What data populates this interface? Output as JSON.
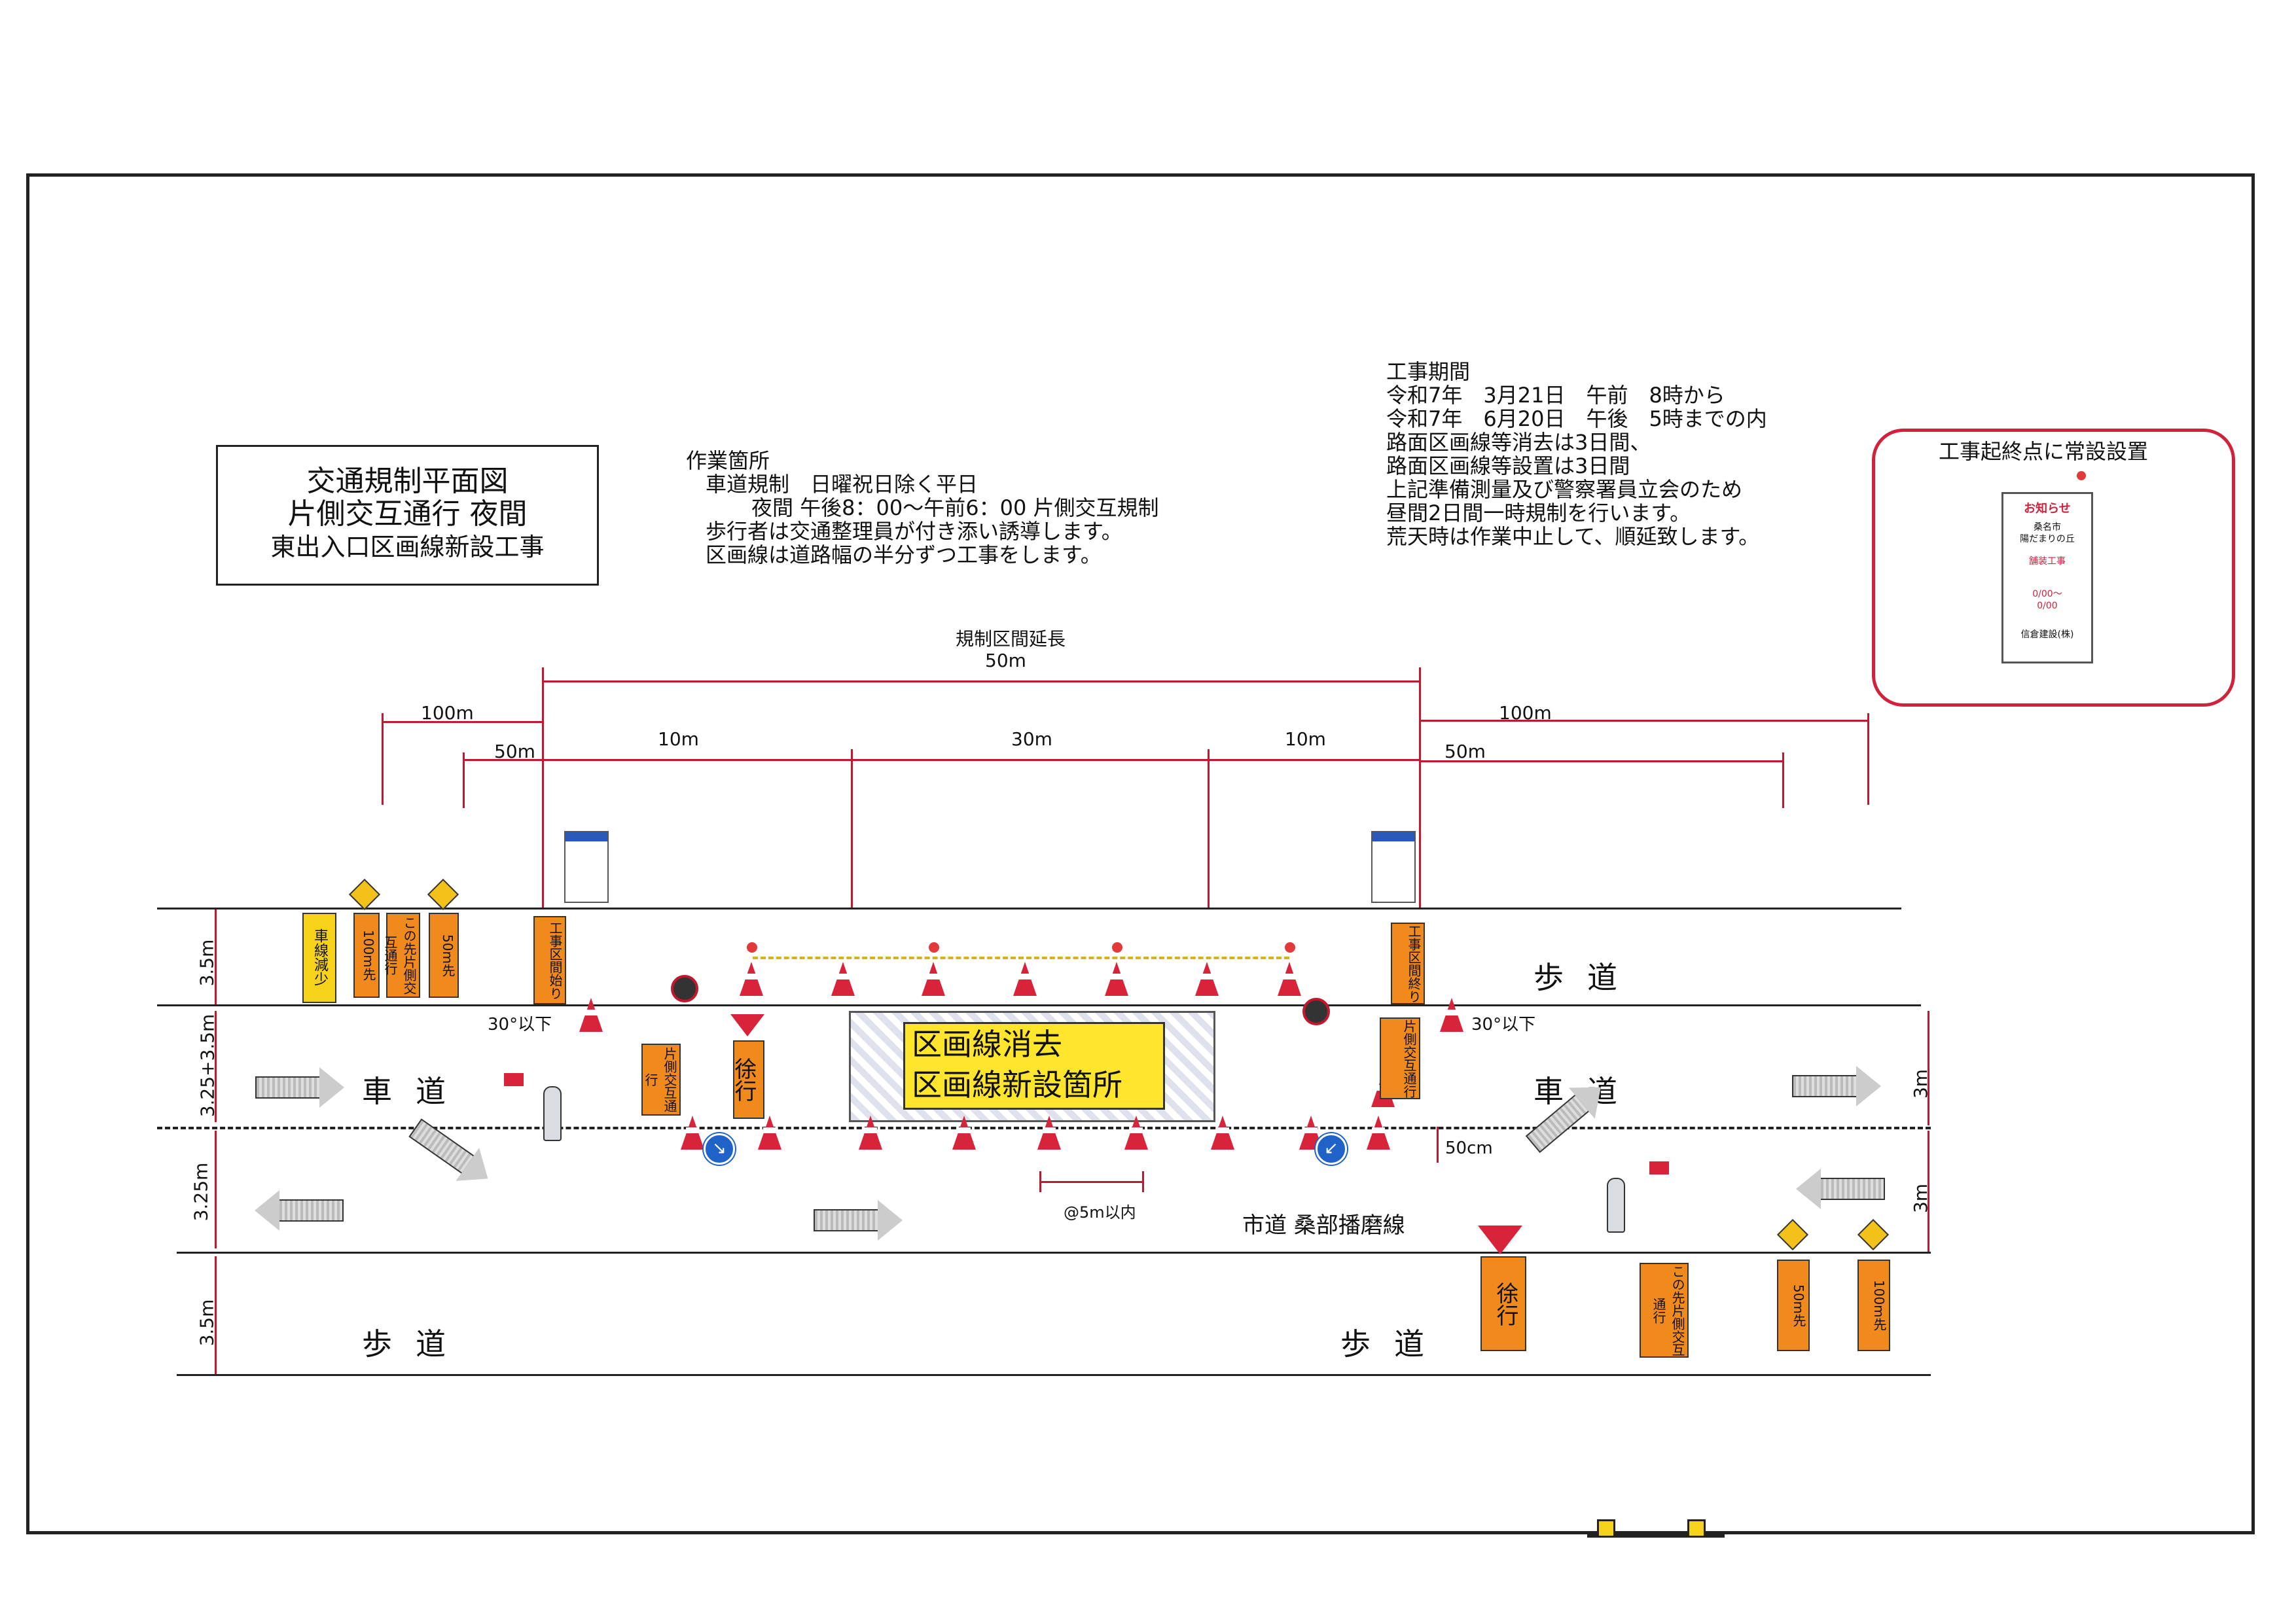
{
  "title_box": {
    "line1": "交通規制平面図",
    "line2": "片側交互通行 夜間",
    "line3": "東出入口区画線新設工事"
  },
  "work_location": {
    "heading": "作業箇所",
    "line1": "車道規制　日曜祝日除く平日",
    "line2": "夜間 午後8：00〜午前6：00 片側交互規制",
    "line3": "歩行者は交通整理員が付き添い誘導します。",
    "line4": "区画線は道路幅の半分ずつ工事をします。"
  },
  "period": {
    "heading": "工事期間",
    "line1": "令和7年　3月21日　午前　8時から",
    "line2": "令和7年　6月20日　午後　5時までの内",
    "line3": "路面区画線等消去は3日間、",
    "line4": "路面区画線等設置は3日間",
    "line5": "上記準備測量及び警察署員立会のため",
    "line6": "昼間2日間一時規制を行います。",
    "line7": "荒天時は作業中止して、順延致します。"
  },
  "notice": {
    "heading": "工事起終点に常設設置",
    "sign_title": "お知らせ",
    "sign_line1": "桑名市",
    "sign_line2": "陽だまりの丘",
    "sign_work": "舗装工事",
    "sign_date1": "0/00〜",
    "sign_date2": "0/00",
    "sign_company": "信倉建設(株)"
  },
  "dimensions": {
    "section_label": "規制区間延長",
    "total": "50m",
    "left_100": "100m",
    "left_50": "50m",
    "seg1": "10m",
    "seg2": "30m",
    "seg3": "10m",
    "right_100": "100m",
    "right_50": "50m",
    "cone_spacing": "@5m以内",
    "offset": "50cm",
    "angle_left": "30°以下",
    "angle_right": "30°以下"
  },
  "road": {
    "sidewalk_top_width": "3.5m",
    "lane_top_width": "3.25+3.5m",
    "lane_bottom_width": "3.25m",
    "sidewalk_bottom_width": "3.5m",
    "right_lane_top": "3m",
    "right_lane_bottom": "3m",
    "sidewalk_label": "歩道",
    "roadway_label": "車道",
    "road_name": "市道 桑部播磨線"
  },
  "work_zone": {
    "line1": "区画線消去",
    "line2": "区画線新設箇所"
  },
  "signs": {
    "lane_reduction": "車線減少",
    "ahead_100": "100m先",
    "ahead_50": "50m先",
    "alternate": "この先片側交互通行",
    "one_side": "片側交互通行",
    "slow": "徐行",
    "work_start": "工事区間始り",
    "work_end": "工事区間終り"
  },
  "colors": {
    "dimension_red": "#c2182d",
    "sign_orange": "#f08a1c",
    "work_yellow": "#ffe52b",
    "cone_red": "#d8243a",
    "notice_border": "#d0223a"
  }
}
